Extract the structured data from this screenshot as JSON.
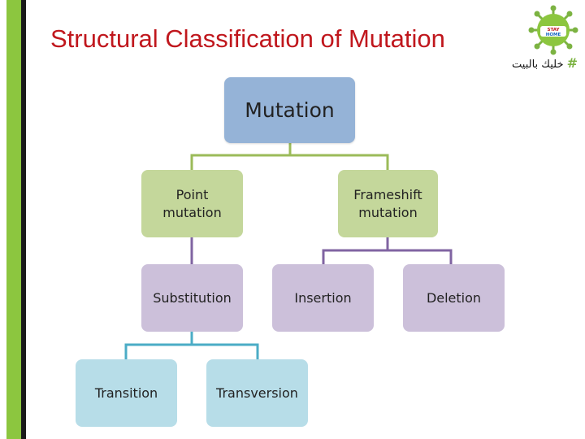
{
  "title": "Structural Classification of Mutation",
  "badge": {
    "text": "STAY HOME",
    "hashtag_symbol": "#",
    "hashtag_text": "خليك بالبيت"
  },
  "colors": {
    "title": "#c0171d",
    "root": "#95b3d7",
    "level1": "#c4d79b",
    "level2": "#ccc0da",
    "level3": "#b7dde8",
    "connector_green": "#9bbb59",
    "connector_purple": "#8064a2",
    "connector_blue": "#4bacc6",
    "side_bar": "#8cc63f"
  },
  "tree": {
    "root": "Mutation",
    "point_mutation": "Point\nmutation",
    "frameshift_mutation": "Frameshift\nmutation",
    "substitution": "Substitution",
    "insertion": "Insertion",
    "deletion": "Deletion",
    "transition": "Transition",
    "transversion": "Transversion"
  }
}
